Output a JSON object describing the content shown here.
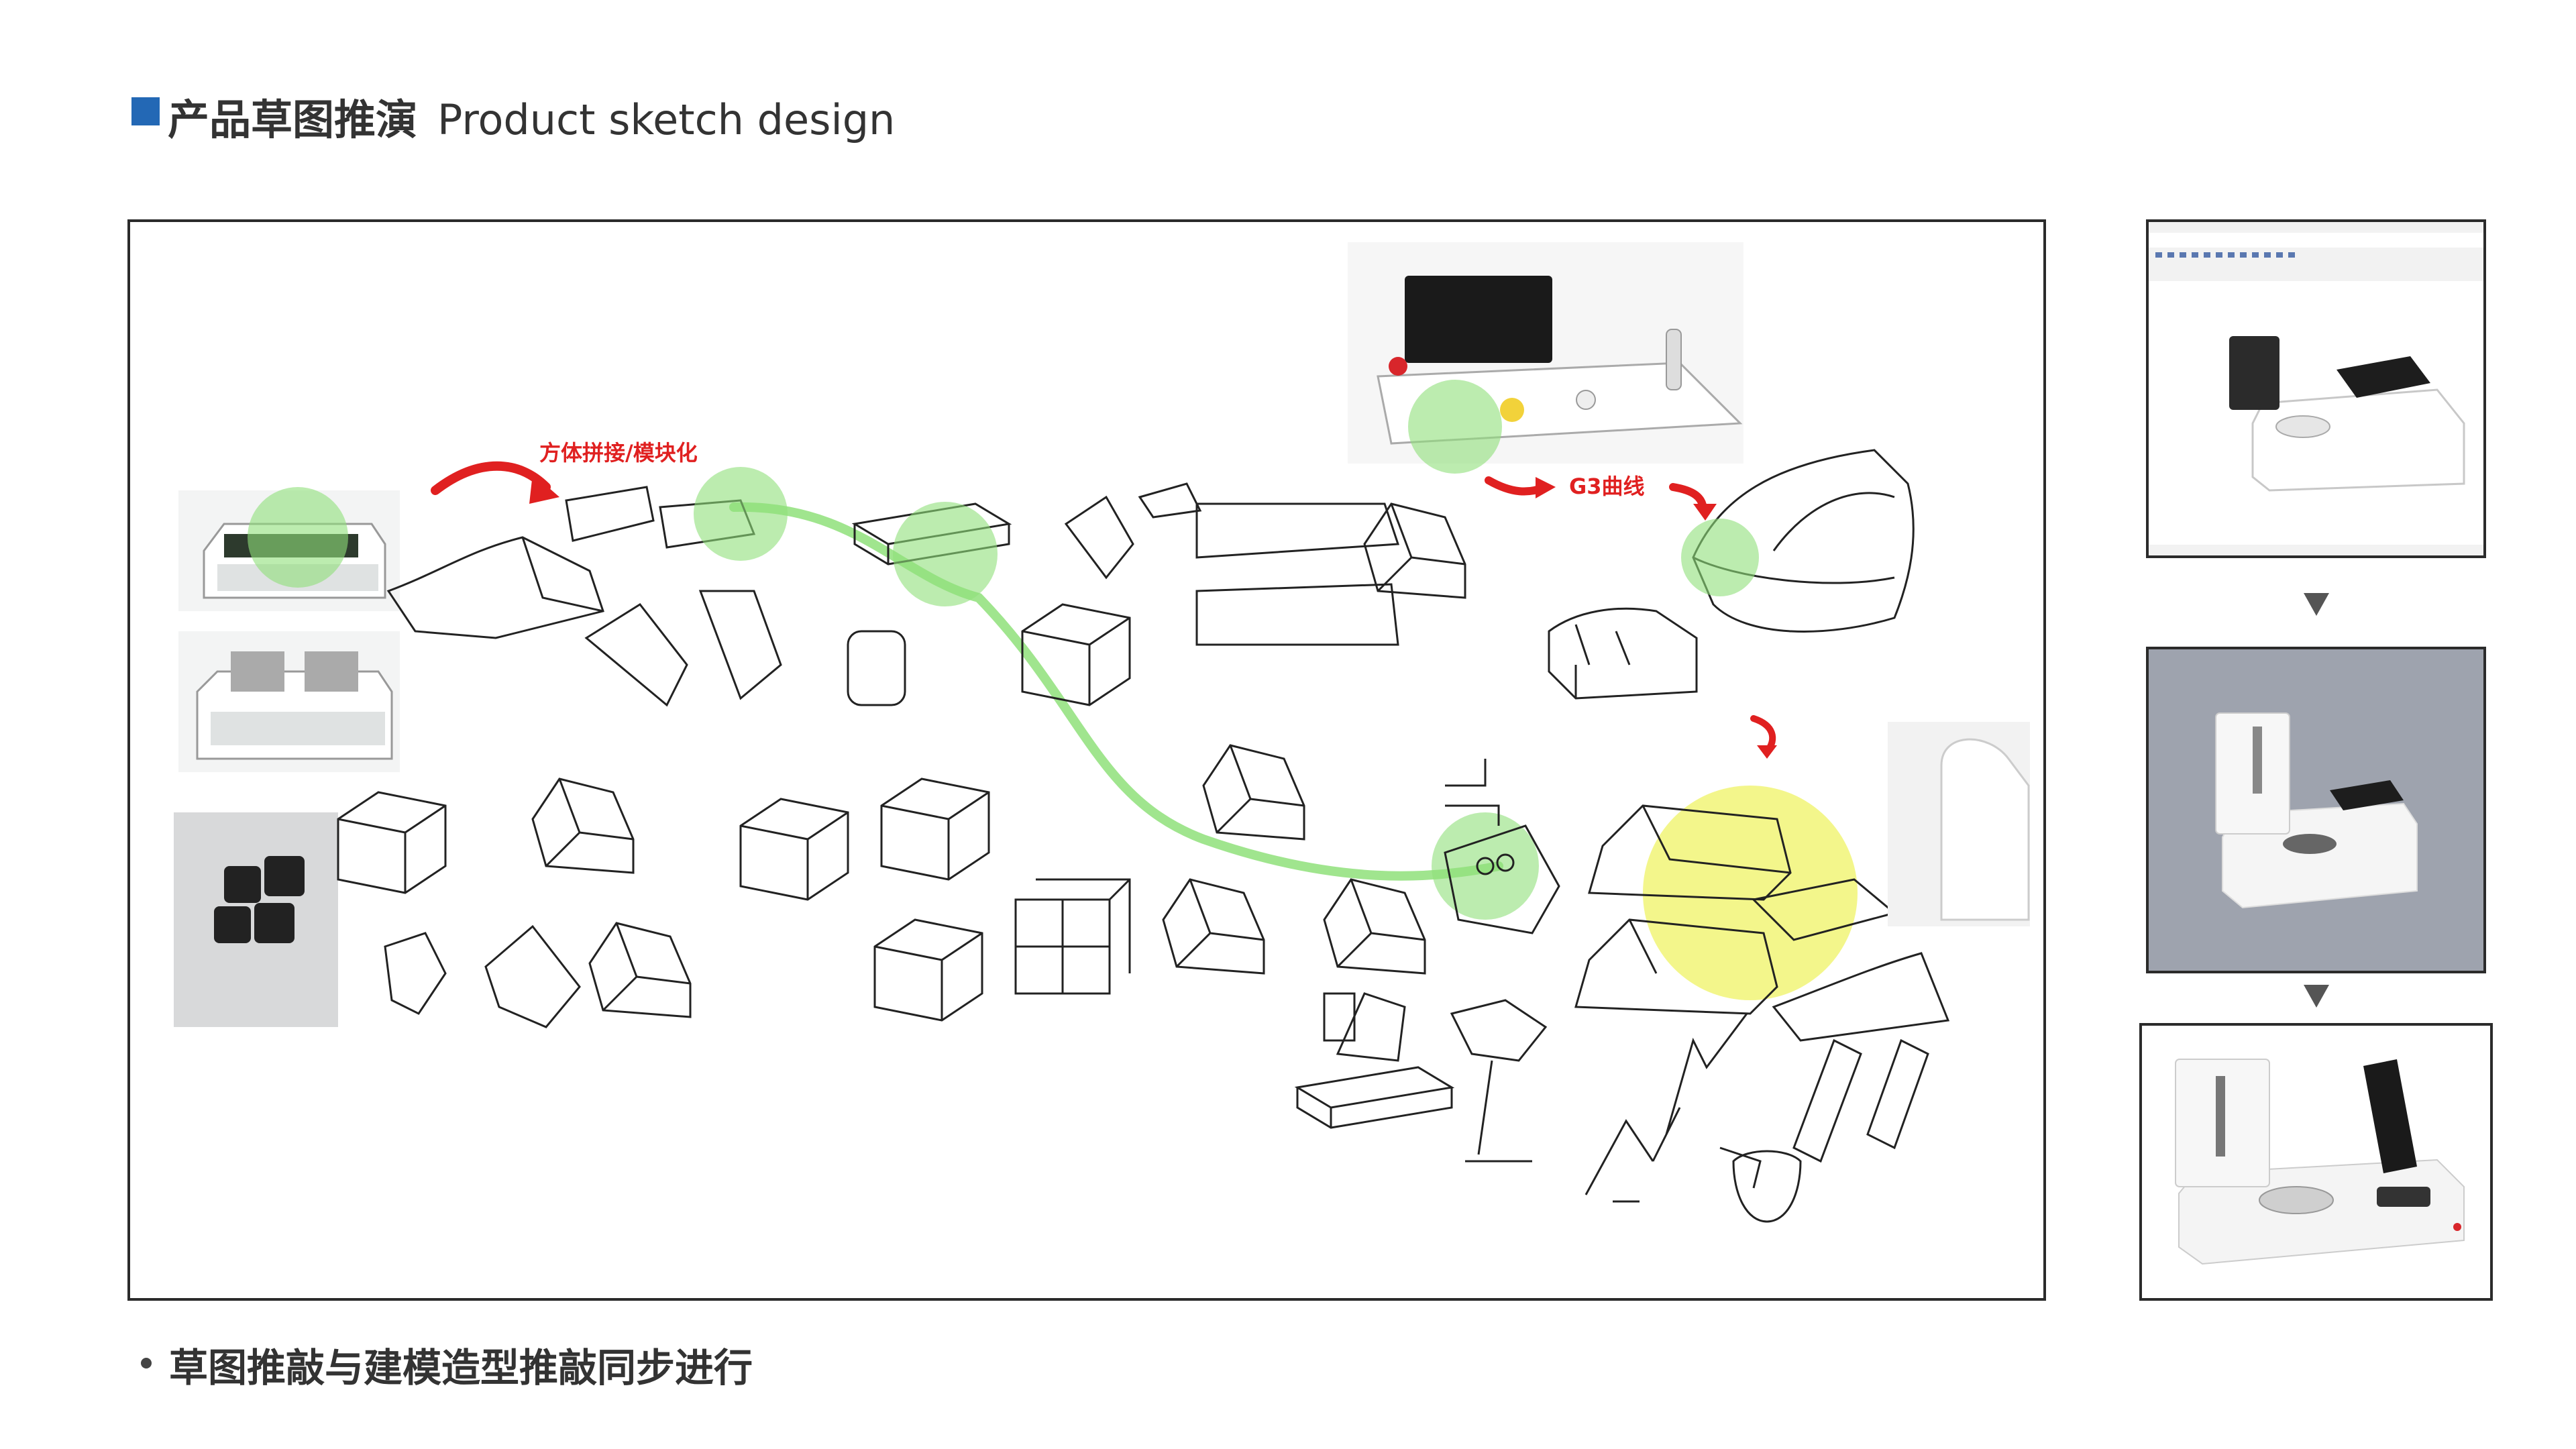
{
  "header": {
    "title_cn": "产品草图推演",
    "title_en": "Product sketch design"
  },
  "annotations": {
    "cube_modular": "方体拼接/模块化",
    "g3_curve": "G3曲线"
  },
  "footer": {
    "bullet_text": "草图推敲与建模造型推敲同步进行"
  },
  "colors": {
    "accent_square": "#2368b5",
    "highlight_green": "#8fe07a",
    "highlight_yellow": "#eef25a",
    "arrow_red": "#e02020",
    "panel_grey": "#9ea3ae"
  },
  "panels": [
    {
      "name": "cad-modeling-screenshot"
    },
    {
      "name": "grey-render"
    },
    {
      "name": "final-render"
    }
  ]
}
